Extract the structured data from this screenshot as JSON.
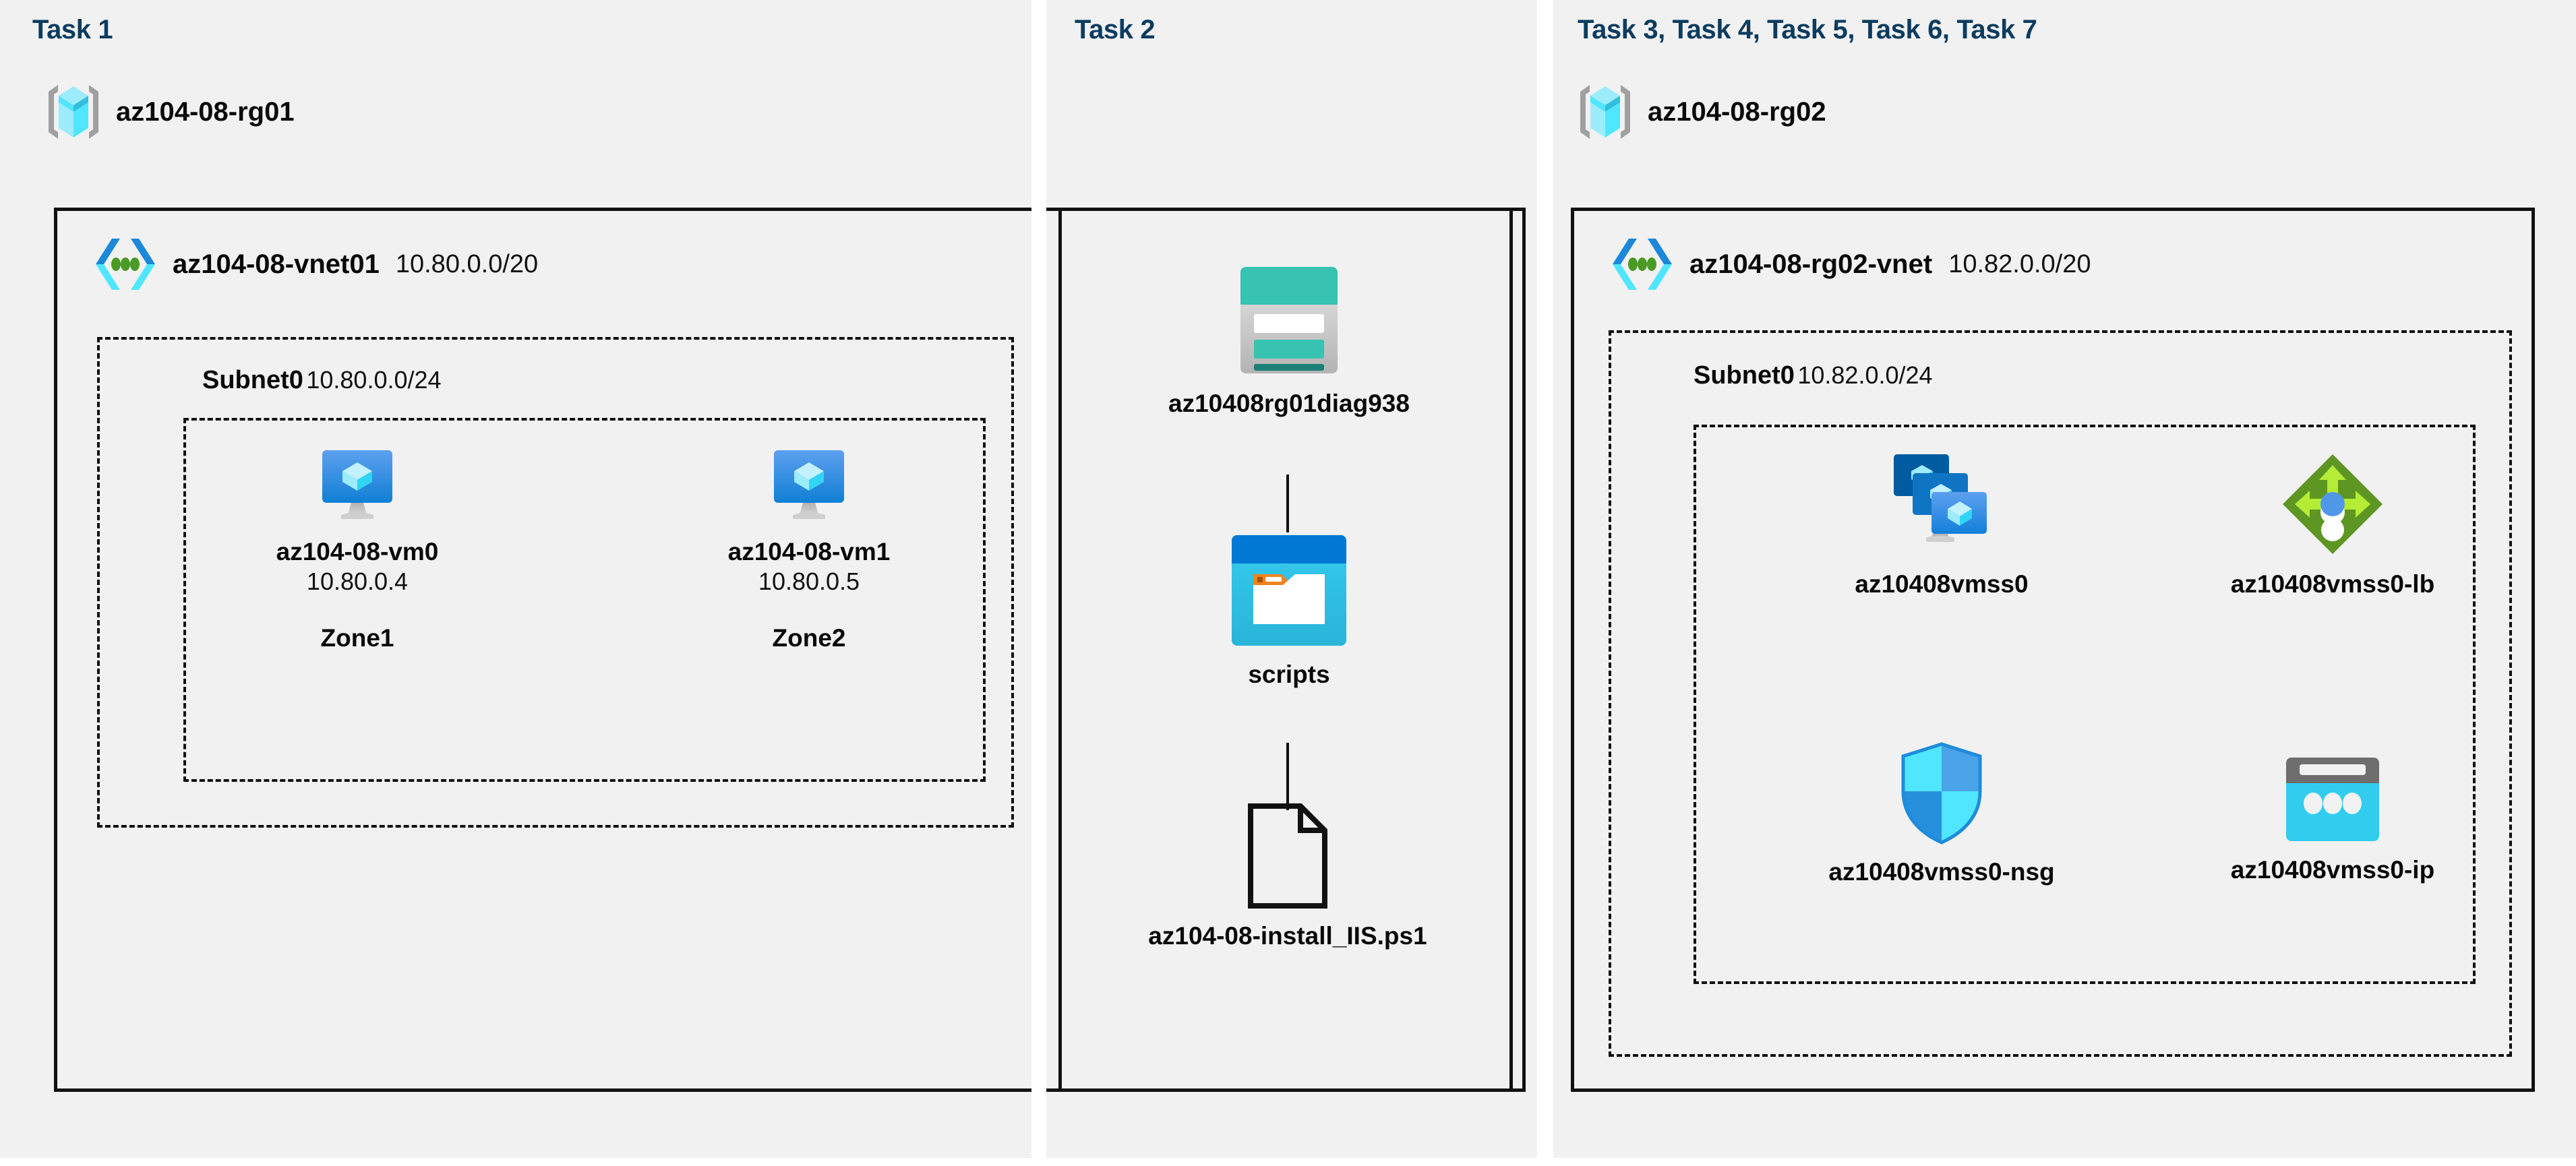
{
  "tasks": {
    "label_1": "Task 1",
    "label_2": "Task 2",
    "label_3": "Task 3, Task 4, Task 5, Task 6, Task 7"
  },
  "colors": {
    "task_label": "#0c3c60",
    "panel_background": "#f1f1f1",
    "border": "#111111",
    "azure_blue": "#0078d4",
    "cyan": "#32bedd",
    "teal": "#37c2b1",
    "green": "#5e9624",
    "orange": "#f2831f"
  },
  "resource_groups": [
    {
      "icon": "resource-group-icon",
      "name": "az104-08-rg01"
    },
    {
      "icon": "resource-group-icon",
      "name": "az104-08-rg02"
    }
  ],
  "vnets": [
    {
      "icon": "virtual-network-icon",
      "name": "az104-08-vnet01",
      "cidr": "10.80.0.0/20"
    },
    {
      "icon": "virtual-network-icon",
      "name": "az104-08-rg02-vnet",
      "cidr": "10.82.0.0/20"
    }
  ],
  "subnets": [
    {
      "name": "Subnet0",
      "cidr": "10.80.0.0/24"
    },
    {
      "name": "Subnet0",
      "cidr": "10.82.0.0/24"
    }
  ],
  "nodes": {
    "vm0": {
      "icon": "virtual-machine-icon",
      "name": "az104-08-vm0",
      "ip": "10.80.0.4",
      "zone": "Zone1"
    },
    "vm1": {
      "icon": "virtual-machine-icon",
      "name": "az104-08-vm1",
      "ip": "10.80.0.5",
      "zone": "Zone2"
    },
    "storage": {
      "icon": "storage-account-icon",
      "name": "az10408rg01diag938"
    },
    "scripts": {
      "icon": "blob-container-icon",
      "name": "scripts"
    },
    "psfile": {
      "icon": "file-icon",
      "name": "az104-08-install_IIS.ps1"
    },
    "vmss": {
      "icon": "vm-scale-set-icon",
      "name": "az10408vmss0"
    },
    "lb": {
      "icon": "load-balancer-icon",
      "name": "az10408vmss0-lb"
    },
    "nsg": {
      "icon": "network-security-group-icon",
      "name": "az10408vmss0-nsg"
    },
    "ip": {
      "icon": "public-ip-address-icon",
      "name": "az10408vmss0-ip"
    }
  }
}
